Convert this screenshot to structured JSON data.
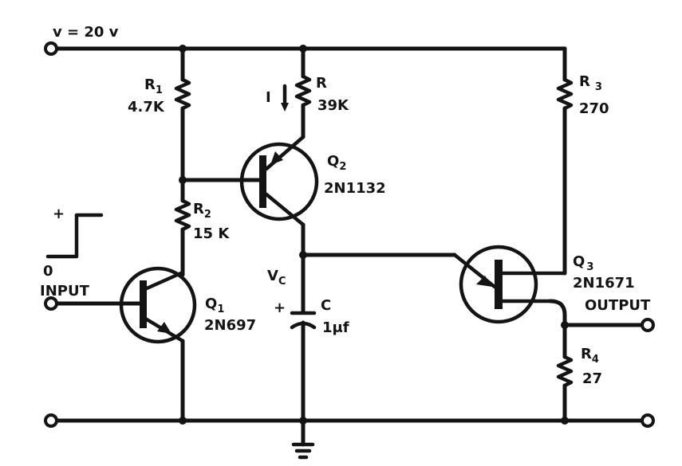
{
  "supply": {
    "label": "v = 20 v"
  },
  "resistors": {
    "r1": {
      "name": "R",
      "sub": "1",
      "value": "4.7K"
    },
    "r": {
      "name": "R",
      "value": "39K"
    },
    "r2": {
      "name": "R",
      "sub": "2",
      "value": "15 K"
    },
    "r3": {
      "name": "R",
      "sub": "3",
      "value": "270"
    },
    "r4": {
      "name": "R",
      "sub": "4",
      "value": "27"
    }
  },
  "current": {
    "label": "I"
  },
  "transistors": {
    "q1": {
      "name": "Q",
      "sub": "1",
      "part": "2N697"
    },
    "q2": {
      "name": "Q",
      "sub": "2",
      "part": "2N1132"
    },
    "q3": {
      "name": "Q",
      "sub": "3",
      "part": "2N1671"
    }
  },
  "capacitor": {
    "name": "C",
    "value": "1μf",
    "polarity": "+",
    "voltage_label": "V",
    "voltage_sub": "C"
  },
  "input": {
    "label": "INPUT",
    "step_high": "+",
    "step_low": "0"
  },
  "output": {
    "label": "OUTPUT"
  }
}
